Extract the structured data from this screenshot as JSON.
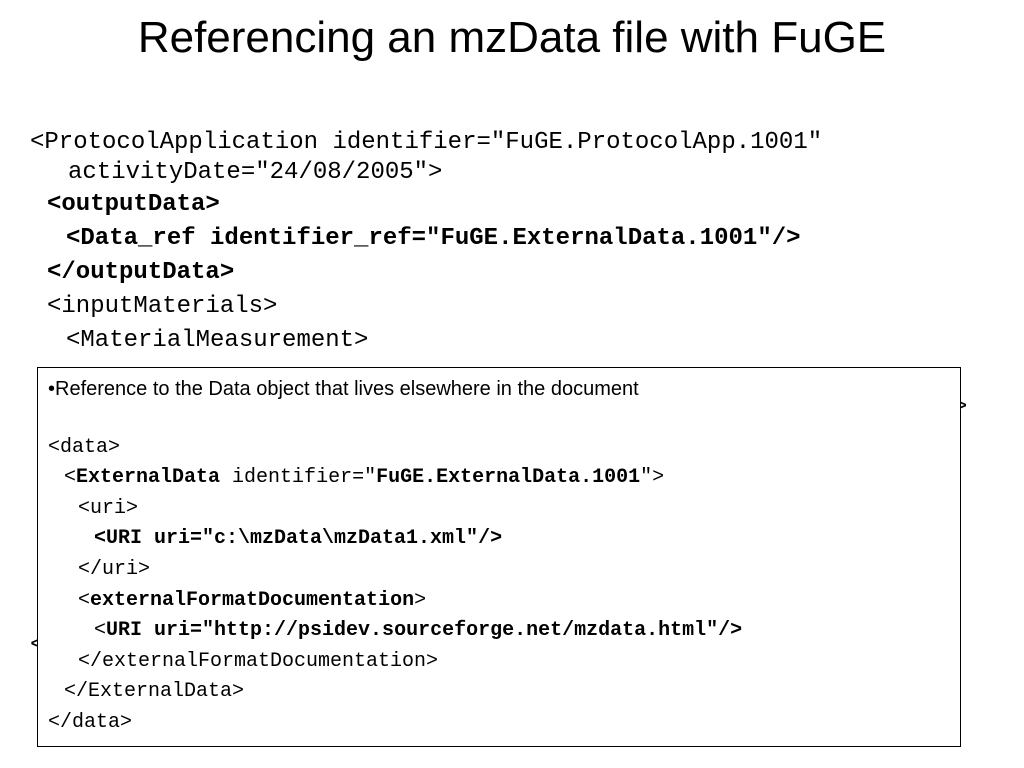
{
  "slide": {
    "title": "Referencing an mzData file with FuGE"
  },
  "background_code": {
    "lines": [
      "<ProtocolApplication identifier=\"FuGE.ProtocolApp.1001\"",
      "activityDate=\"24/08/2005\">",
      "<outputData>",
      "<Data_ref identifier_ref=\"FuGE.ExternalData.1001\"/>",
      "</outputData>",
      "<inputMaterials>",
      "<MaterialMeasurement>"
    ]
  },
  "callout": {
    "bullet": "•Reference to the Data object that lives elsewhere in the document",
    "code": {
      "data_open": "<data>",
      "external_open_lt": "<",
      "external_tag": "ExternalData",
      "external_attr": " identifier=\"",
      "external_id": "FuGE.ExternalData.1001",
      "external_close": "\">",
      "uri_open": "<uri>",
      "uri_element": "<URI uri=\"c:\\mzData\\mzData1.xml\"/>",
      "uri_close": "</uri>",
      "efd_lt": "<",
      "efd_tag": "externalFormatDocumentation",
      "efd_gt": ">",
      "efd_uri_lt": "<",
      "efd_uri_rest": "URI uri=\"http://psidev.sourceforge.net/mzdata.html\"/>",
      "efd_close": "</externalFormatDocumentation>",
      "external_end": "</ExternalData>",
      "data_close": "</data>"
    }
  },
  "occluded_fragments": {
    "right_edge": ">",
    "left_edge": "<"
  }
}
